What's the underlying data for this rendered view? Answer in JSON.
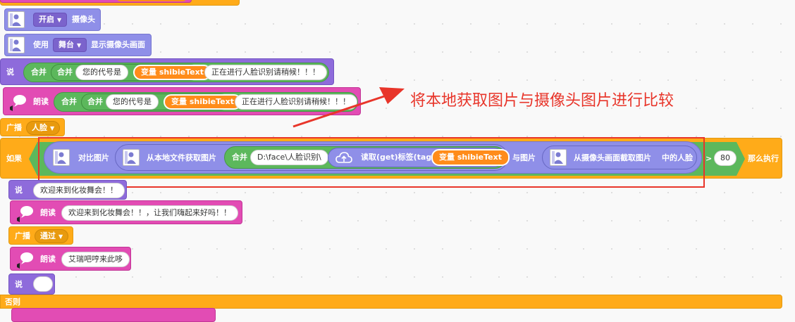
{
  "annotation": {
    "text": "将本地获取图片与摄像头图片进行比较"
  },
  "camera_on": {
    "dropdown": "开启",
    "label": "摄像头"
  },
  "camera_show": {
    "prefix": "使用",
    "dropdown": "舞台",
    "label": "显示摄像头画面"
  },
  "say1": {
    "label": "说",
    "join_outer": "合并",
    "join_inner": "合并",
    "text1": "您的代号是",
    "var_prefix": "变量",
    "var_name": "shibieText",
    "text2": "正在进行人脸识别请稍候！！！"
  },
  "speak1": {
    "label": "朗读",
    "join_outer": "合并",
    "join_inner": "合并",
    "text1": "您的代号是",
    "var_prefix": "变量",
    "var_name": "shibieText",
    "text2": "正在进行人脸识别请稍候！！！"
  },
  "broadcast1": {
    "label": "广播",
    "dropdown": "人脸"
  },
  "if_block": {
    "label": "如果",
    "compare": "对比图片",
    "local_file": "从本地文件获取图片",
    "join": "合并",
    "path": "D:\\face\\人脸识别\\",
    "read_tag": "读取(get)标签(tag)",
    "var_prefix": "变量",
    "var_name": "shibieText",
    "with_image": "与图片",
    "capture": "从摄像头画面截取图片",
    "face": "中的人脸",
    "operator": ">",
    "threshold": "80",
    "then": "那么执行"
  },
  "say2": {
    "label": "说",
    "text": "欢迎来到化妆舞会！！"
  },
  "speak2": {
    "label": "朗读",
    "text": "欢迎来到化妆舞会！！，让我们嗨起来好吗！！"
  },
  "broadcast2": {
    "label": "广播",
    "dropdown": "通过"
  },
  "speak3": {
    "label": "朗读",
    "text": "艾瑞吧哼来此哆"
  },
  "say3": {
    "label": "说",
    "text": ""
  },
  "else_label": "否则",
  "colors": {
    "purple": "#9a7fe6",
    "orange": "#ffab19",
    "pink": "#e24cb4",
    "green": "#5cb85c",
    "variable": "#ff8c1a",
    "annotation_red": "#e8352a"
  }
}
